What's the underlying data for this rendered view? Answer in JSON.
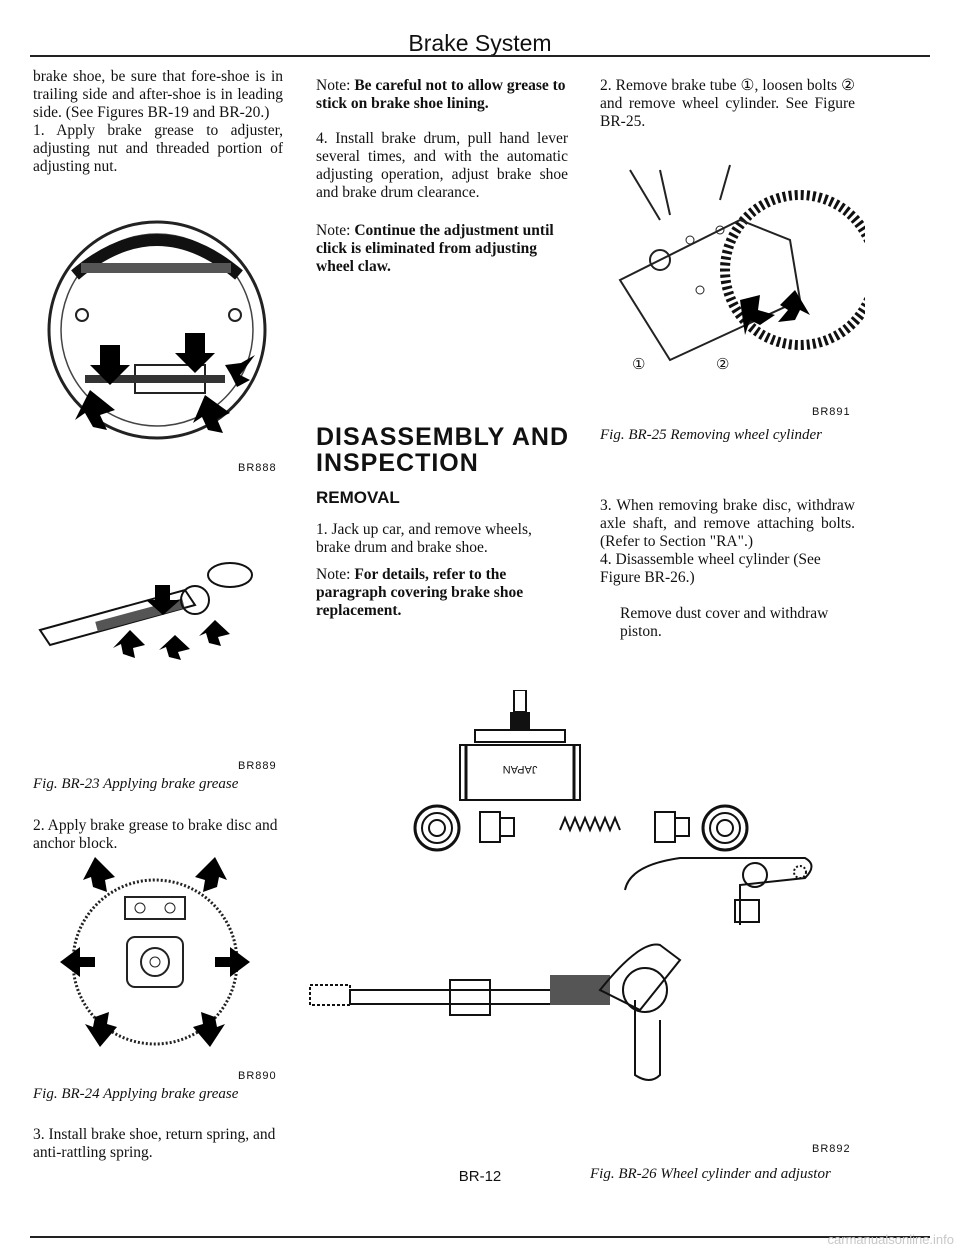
{
  "header": {
    "title": "Brake System"
  },
  "col1": {
    "intro": "brake shoe, be sure that fore-shoe is in trailing side and after-shoe is in leading side. (See Figures BR-19 and BR-20.)",
    "step1": "1. Apply brake grease to adjuster, adjusting nut and threaded portion of adjusting nut.",
    "code888": "BR888",
    "code889": "BR889",
    "fig23": "Fig. BR-23 Applying brake grease",
    "step2": "2. Apply brake grease to brake disc and anchor block.",
    "code890": "BR890",
    "fig24": "Fig. BR-24 Applying brake grease",
    "step3": "3. Install brake shoe, return spring, and anti-rattling spring."
  },
  "col2": {
    "note1_lead": "Note:",
    "note1": "Be careful not to allow grease to stick on brake shoe lining.",
    "step4": "4. Install brake drum, pull hand lever several times, and with the automatic adjusting operation, adjust brake shoe and brake drum clearance.",
    "note2_lead": "Note:",
    "note2": "Continue the adjustment until click is eliminated from adjusting wheel claw.",
    "heading": "DISASSEMBLY AND INSPECTION",
    "subheading": "REMOVAL",
    "removal1": "1. Jack up car, and remove wheels, brake drum and brake shoe.",
    "note3_lead": "Note:",
    "note3": "For details, refer to the paragraph covering brake shoe replacement."
  },
  "col3": {
    "step2": "2. Remove brake tube ①, loosen bolts ② and remove wheel cylinder. See Figure BR-25.",
    "label1": "①",
    "label2": "②",
    "code891": "BR891",
    "fig25": "Fig. BR-25 Removing wheel cylinder",
    "step3": "3. When removing brake disc, withdraw axle shaft, and remove attaching bolts. (Refer to Section \"RA\".)",
    "step4": "4. Disassemble wheel cylinder (See Figure BR-26.)",
    "step4b": "Remove dust cover and withdraw piston.",
    "cyl_text": "JAPAN",
    "code892": "BR892",
    "fig26": "Fig. BR-26 Wheel cylinder and adjustor"
  },
  "footer": {
    "page": "BR-12",
    "watermark": "carmanualsonline.info"
  }
}
